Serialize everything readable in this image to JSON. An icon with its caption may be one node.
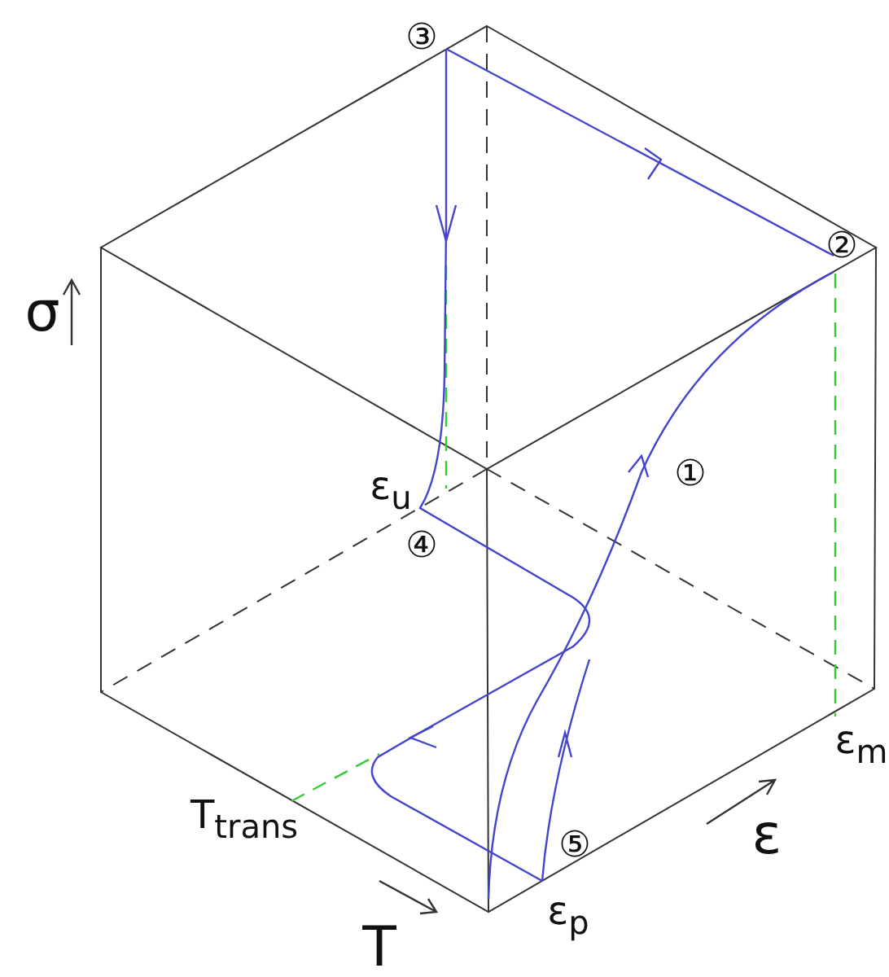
{
  "diagram": {
    "labels": [
      "③",
      "②",
      "σ",
      "①",
      "ε$_{u}$",
      "④",
      "ε$_{m}$",
      "T$_{trans}$",
      "⑤",
      "ε",
      "T",
      "ε$_{p}$"
    ]
  }
}
